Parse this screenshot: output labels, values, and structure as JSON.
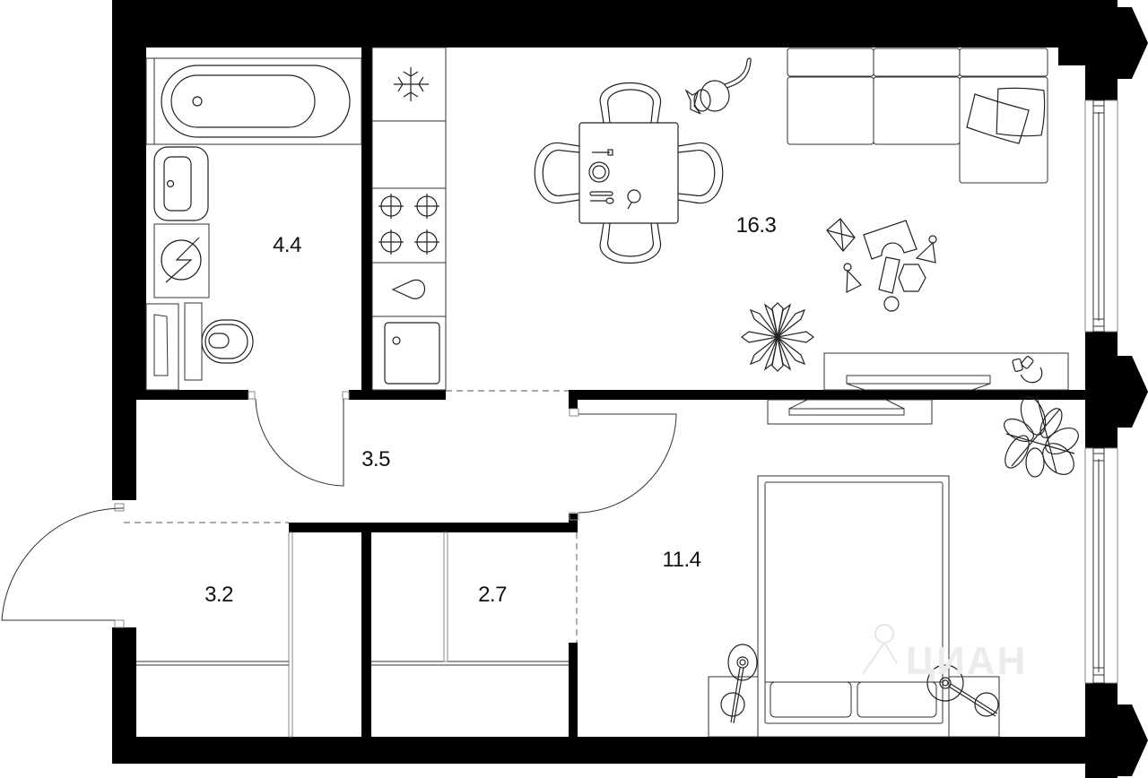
{
  "plan": {
    "type": "one-bedroom apartment floor plan",
    "units": "m²",
    "wall_color": "#000000",
    "background": "#ffffff"
  },
  "rooms": {
    "bathroom": {
      "name": "bathroom",
      "area": "4.4"
    },
    "living_kitchen": {
      "name": "kitchen-living room",
      "area": "16.3"
    },
    "hallway": {
      "name": "hallway",
      "area": "3.5"
    },
    "entrance": {
      "name": "entrance hall",
      "area": "3.2"
    },
    "wardrobe": {
      "name": "walk-in closet",
      "area": "2.7"
    },
    "bedroom": {
      "name": "bedroom",
      "area": "11.4"
    }
  },
  "furniture": {
    "bathroom": [
      "bathtub-icon",
      "sink-icon",
      "washing-machine-icon",
      "toilet-icon",
      "installation-icon"
    ],
    "kitchen": [
      "fridge-icon",
      "counter",
      "stove-icon",
      "sink-icon",
      "dishwasher-icon"
    ],
    "living": [
      "dining-table-icon",
      "chair-icon",
      "cat-icon",
      "sofa-icon",
      "pillow-icon",
      "toys-icon",
      "plant-icon",
      "tv-icon",
      "headphones-icon"
    ],
    "bedroom": [
      "tv-icon",
      "plant-icon",
      "double-bed-icon",
      "nightstand-icon",
      "lamp-icon"
    ]
  },
  "watermark": {
    "text": "ЦИАН"
  }
}
